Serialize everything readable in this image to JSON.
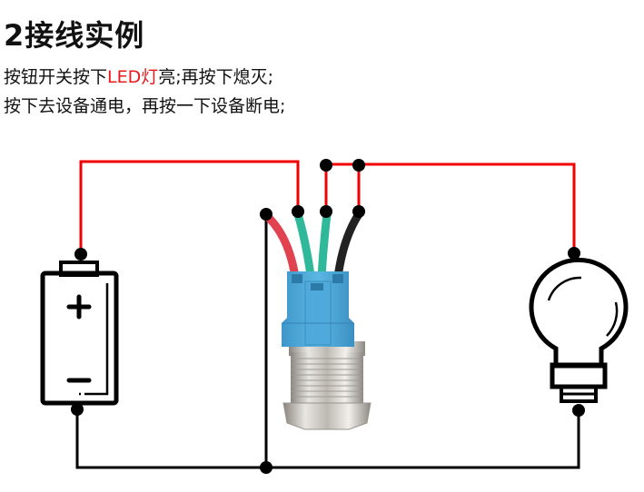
{
  "title": "2接线实例",
  "description": {
    "line1": {
      "before": "按钮开关按下",
      "highlight": "LED灯",
      "after": "亮;再按下熄灭;"
    },
    "line2": "按下去设备通电，再按一下设备断电;"
  },
  "colors": {
    "highlight": "#e8191b",
    "positive_wire": "#f00000",
    "negative_wire": "#000000",
    "switch_housing": "#4aa8d8",
    "wire_red": "#e0434f",
    "wire_green": "#2fb89a",
    "wire_black": "#222222"
  },
  "components": {
    "battery": {
      "positive_symbol": "+",
      "negative_symbol": "−"
    },
    "switch": {
      "type": "metal push button switch with 4 wires (red, green, green, black)"
    },
    "lamp": {
      "type": "light bulb"
    }
  }
}
